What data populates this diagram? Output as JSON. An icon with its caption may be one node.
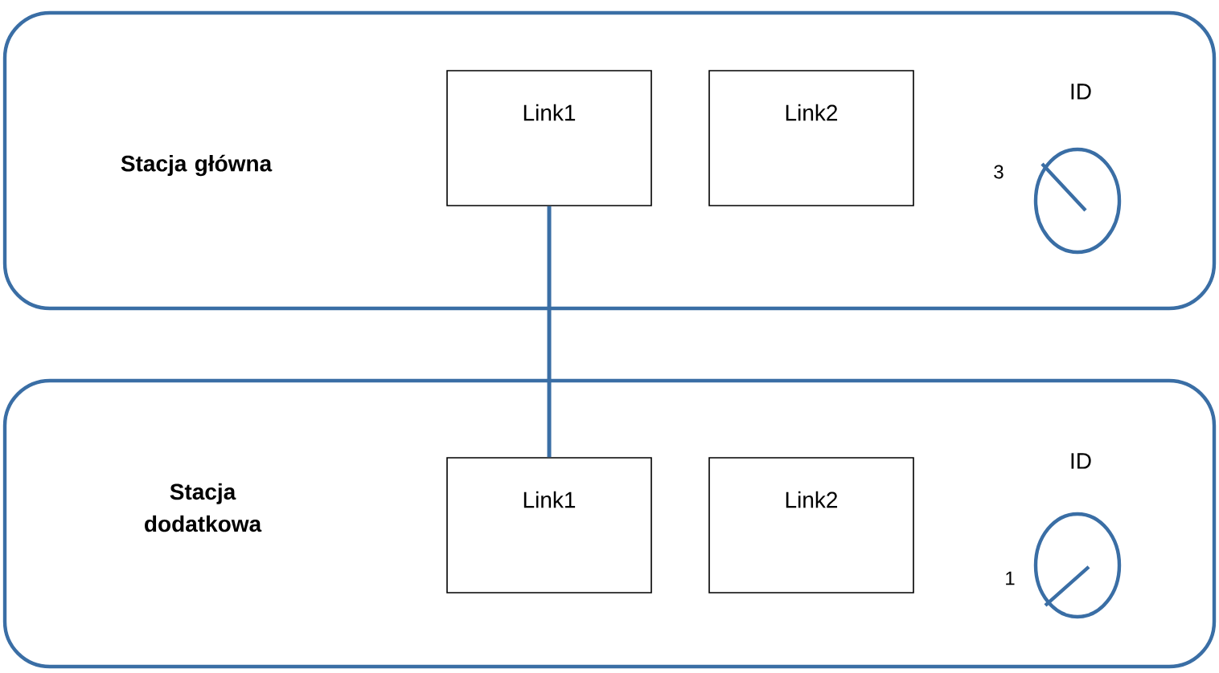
{
  "diagram": {
    "nodes": [
      {
        "text": [
          "Stacja główna"
        ]
      },
      {
        "text": [
          "Link1"
        ],
        "in": 0
      },
      {
        "text": [
          "Link2"
        ],
        "in": 0
      },
      {
        "text": [
          "Stacja dodatkowa"
        ]
      },
      {
        "text": [
          "Link1"
        ],
        "in": 3
      },
      {
        "text": [
          "Link2"
        ],
        "in": 3
      }
    ],
    "edges": [
      {
        "from": 1,
        "to": 4,
        "arrow": "none"
      }
    ],
    "labels": [
      "ID",
      "3",
      "ID",
      "1"
    ]
  }
}
